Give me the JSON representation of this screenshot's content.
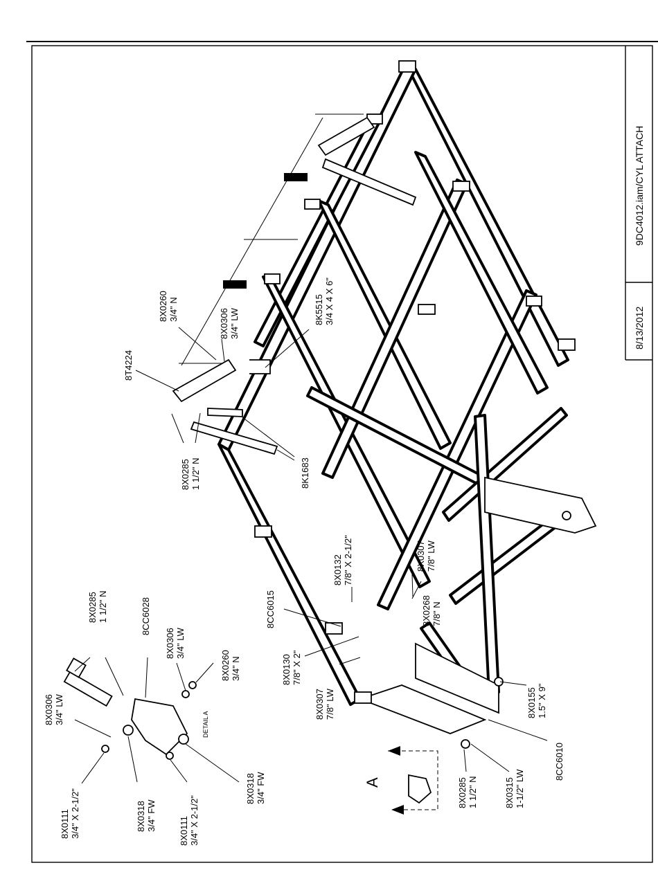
{
  "title_block": {
    "drawing_name": "9DC4012.iam/CYL ATTACH",
    "date": "8/13/2012"
  },
  "detail": {
    "label": "DETAIL  A",
    "view_letter": "A"
  },
  "callouts": {
    "c8X0260_top": [
      "8X0260",
      "3/4\" N"
    ],
    "c8X0306_top": [
      "8X0306",
      "3/4\" LW"
    ],
    "c8K5515": [
      "8K5515",
      "3/4 X 4 X 6\""
    ],
    "c8T4224": [
      "8T4224"
    ],
    "c8X0285_left": [
      "8X0285",
      "1 1/2\" N"
    ],
    "c8K1683": [
      "8K1683"
    ],
    "c8X0132": [
      "8X0132",
      "7/8\" X 2-1/2\""
    ],
    "c8X0307_mid": [
      "8X0307",
      "7/8\" LW"
    ],
    "c8X0268": [
      "8X0268",
      "7/8\" N"
    ],
    "c8CC6015": [
      "8CC6015"
    ],
    "c8X0130": [
      "8X0130",
      "7/8\" X 2\""
    ],
    "c8X0307_low": [
      "8X0307",
      "7/8\" LW"
    ],
    "c8X0155": [
      "8X0155",
      "1.5\" X 9\""
    ],
    "c8CC6010": [
      "8CC6010"
    ],
    "c8X0315": [
      "8X0315",
      "1-1/2\" LW"
    ],
    "c8X0285_bottom": [
      "8X0285",
      "1 1/2\" N"
    ],
    "c8X0285_detail": [
      "8X0285",
      "1 1/2\" N"
    ],
    "c8CC6028": [
      "8CC6028"
    ],
    "c8X0306_detail": [
      "8X0306",
      "3/4\" LW"
    ],
    "c8X0260_detail": [
      "8X0260",
      "3/4\" N"
    ],
    "c8X0306_detail_left": [
      "8X0306",
      "3/4\" LW"
    ],
    "c8X0111_a": [
      "8X0111",
      "3/4\" X 2-1/2\""
    ],
    "c8X0318_a": [
      "8X0318",
      "3/4\" FW"
    ],
    "c8X0111_b": [
      "8X0111",
      "3/4\" X 2-1/2\""
    ],
    "c8X0318_b": [
      "8X0318",
      "3/4\" FW"
    ]
  }
}
